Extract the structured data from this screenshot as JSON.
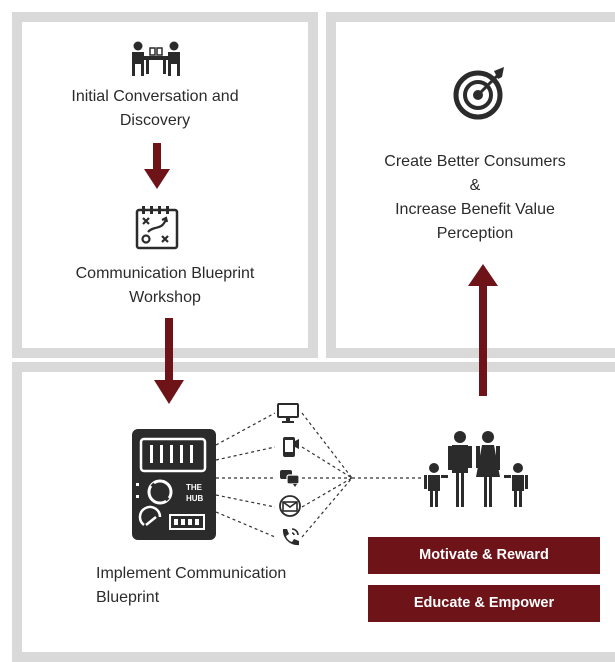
{
  "steps": {
    "initial_line1": "Initial Conversation and",
    "initial_line2": "Discovery",
    "blueprint_line1": "Communication Blueprint",
    "blueprint_line2": "Workshop",
    "implement_line1": "Implement Communication",
    "implement_line2": "Blueprint"
  },
  "goal": {
    "line1": "Create Better Consumers",
    "line2": "&",
    "line3": "Increase Benefit Value",
    "line4": "Perception"
  },
  "hub": {
    "label_line1": "THE",
    "label_line2": "HUB"
  },
  "tags": {
    "motivate": "Motivate & Reward",
    "educate": "Educate & Empower"
  },
  "colors": {
    "accent": "#6e1419",
    "panel_border": "#d9d9d9",
    "icon_dark": "#2b2b2b"
  },
  "icons": [
    "meeting-icon",
    "strategy-board-icon",
    "target-icon",
    "hub-device-icon",
    "monitor-icon",
    "mobile-phone-icon",
    "chat-icon",
    "email-icon",
    "phone-call-icon",
    "family-icon"
  ]
}
